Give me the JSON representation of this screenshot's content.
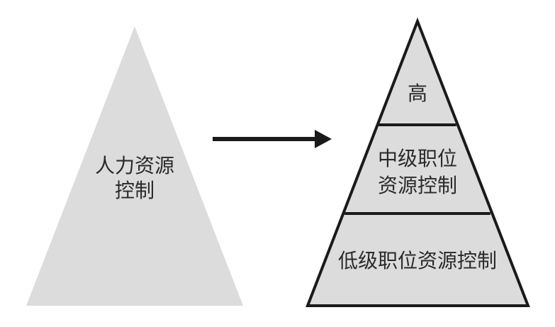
{
  "colors": {
    "background": "#ffffff",
    "left_triangle_fill": "#dcdcdc",
    "right_pyramid_fill": "#dcdcdc",
    "stroke": "#1a1a1a",
    "text": "#2a2a2a"
  },
  "left": {
    "line1": "人力资源",
    "line2": "控制"
  },
  "right": {
    "top": "高",
    "middle_line1": "中级职位",
    "middle_line2": "资源控制",
    "bottom": "低级职位资源控制"
  }
}
